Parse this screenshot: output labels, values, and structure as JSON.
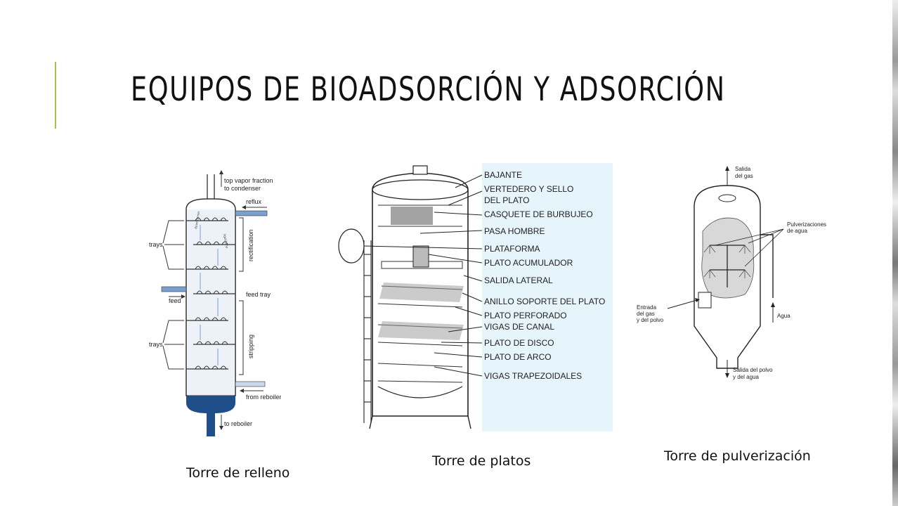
{
  "slide": {
    "title": "EQUIPOS DE BIOADSORCIÓN Y ADSORCIÓN",
    "accent_color": "#a5c249",
    "background": "#ffffff"
  },
  "packed_tower": {
    "caption": "Torre de relleno",
    "labels": {
      "top_vapor": "top vapor fraction",
      "to_condenser": "to condenser",
      "reflux": "reflux",
      "trays": "trays",
      "rectification": "rectification",
      "feed": "feed",
      "feed_tray": "feed tray",
      "stripping": "stripping",
      "from_reboiler": "from reboiler",
      "to_reboiler": "to reboiler",
      "downcomer": "downcomer",
      "liquid_line": "liquid line"
    },
    "colors": {
      "liquid": "#1f4e8a",
      "pipe": "#7b9fcf",
      "dots": "#c9d9ec"
    }
  },
  "tray_tower": {
    "caption": "Torre de platos",
    "labels": [
      "BAJANTE",
      "VERTEDERO Y  SELLO",
      "DEL PLATO",
      "CASQUETE  DE  BURBUJEO",
      "PASA HOMBRE",
      "PLATAFORMA",
      "PLATO ACUMULADOR",
      "SALIDA  LATERAL",
      "ANILLO SOPORTE DEL PLATO",
      "PLATO  PERFORADO",
      "VIGAS DE CANAL",
      "PLATO DE DISCO",
      "PLATO DE ARCO",
      "VIGAS TRAPEZOIDALES"
    ],
    "label_panel_color": "#e6f5fb"
  },
  "spray_tower": {
    "caption": "Torre de pulverización",
    "labels": {
      "gas_out_1": "Salida",
      "gas_out_2": "del gas",
      "sprays_1": "Pulverizaciones",
      "sprays_2": "de agua",
      "inlet_1": "Entrada",
      "inlet_2": "del gas",
      "inlet_3": "y del polvo",
      "water": "Agua",
      "outlet_1": "Salida del polvo",
      "outlet_2": "y del agua"
    }
  }
}
